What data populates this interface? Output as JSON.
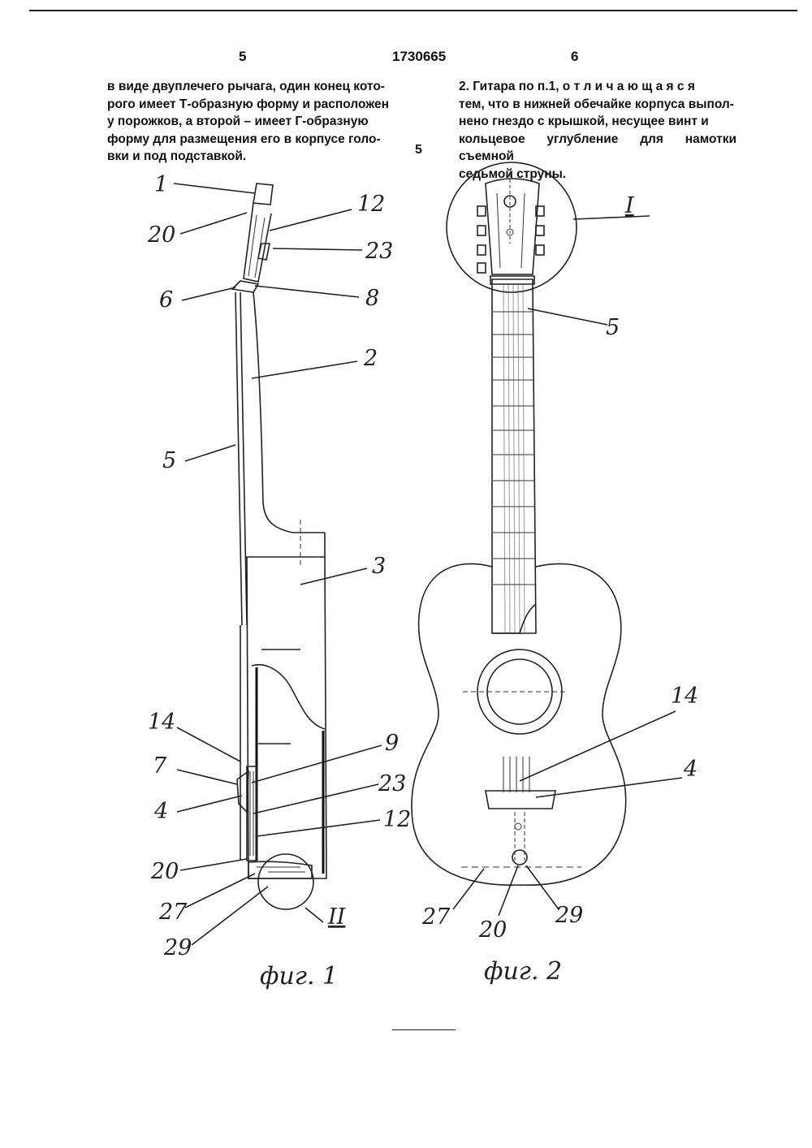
{
  "header": {
    "left_page": "5",
    "patent_number": "1730665",
    "right_page": "6"
  },
  "left_column": {
    "lines": [
      "в виде двуплечего рычага, один конец кото-",
      "рого имеет Т-образную форму и расположен",
      "у порожков, а второй – имеет Г-образную",
      "форму для размещения его в корпусе голо-",
      "вки и под подставкой."
    ]
  },
  "right_column": {
    "lines": [
      "2. Гитара по п.1, о т л и ч а ю щ а я с я",
      "тем, что в нижней обечайке корпуса выпол-",
      "нено гнездо с крышкой, несущее винт и",
      "кольцевое углубление для намотки съемной",
      "седьмой струны."
    ]
  },
  "line_number": "5",
  "figure1": {
    "caption": "фиг. 1",
    "labels": [
      "1",
      "20",
      "12",
      "23",
      "6",
      "8",
      "2",
      "5",
      "3",
      "14",
      "9",
      "7",
      "23",
      "4",
      "12",
      "20",
      "27",
      "29",
      "II"
    ]
  },
  "figure2": {
    "caption": "фиг. 2",
    "labels": [
      "I",
      "5",
      "14",
      "4",
      "27",
      "20",
      "29"
    ]
  }
}
